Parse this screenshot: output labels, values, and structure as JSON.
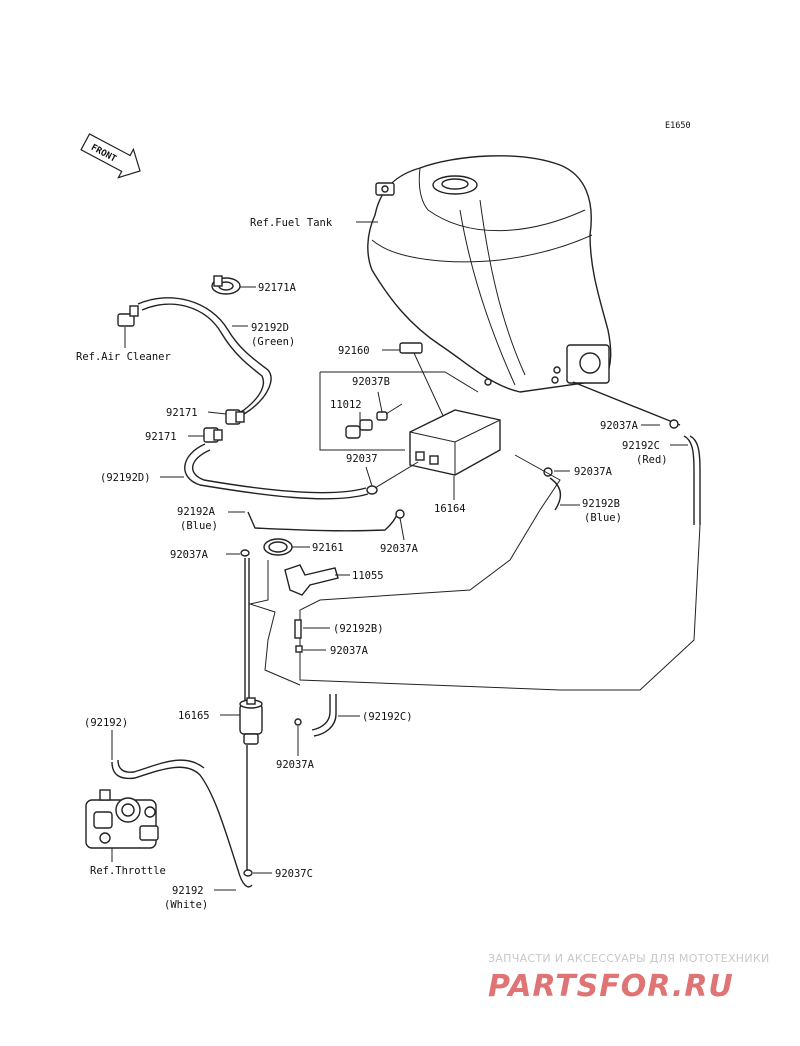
{
  "diagram_code": "E1650",
  "front_arrow": "FRONT",
  "labels": {
    "fuel_tank": "Ref.Fuel Tank",
    "p92171A": "92171A",
    "p92192D_top": "92192D",
    "green": "(Green)",
    "air_cleaner": "Ref.Air Cleaner",
    "p92160": "92160",
    "p92037B": "92037B",
    "p11012": "11012",
    "p92171_1": "92171",
    "p92171_2": "92171",
    "p92037": "92037",
    "p92192D_paren": "(92192D)",
    "p16164": "16164",
    "p92037A_right_top": "92037A",
    "p92192C_right": "92192C",
    "red": "(Red)",
    "p92037A_mid": "92037A",
    "p92192B_right": "92192B",
    "blue_right": "(Blue)",
    "p92192A": "92192A",
    "blue_left": "(Blue)",
    "p92037A_center": "92037A",
    "p92161": "92161",
    "p92037A_left": "92037A",
    "p11055": "11055",
    "p92192B_paren": "(92192B)",
    "p92037A_lower": "92037A",
    "p16165": "16165",
    "p92192C_paren": "(92192C)",
    "p92037A_bottom": "92037A",
    "p92192_paren": "(92192)",
    "throttle": "Ref.Throttle",
    "p92037C": "92037C",
    "p92192_bottom": "92192",
    "white": "(White)"
  },
  "watermark": {
    "tagline": "ЗАПЧАСТИ И АКСЕССУАРЫ ДЛЯ МОТОТЕХНИКИ",
    "logo": "PARTSFOR.RU"
  }
}
